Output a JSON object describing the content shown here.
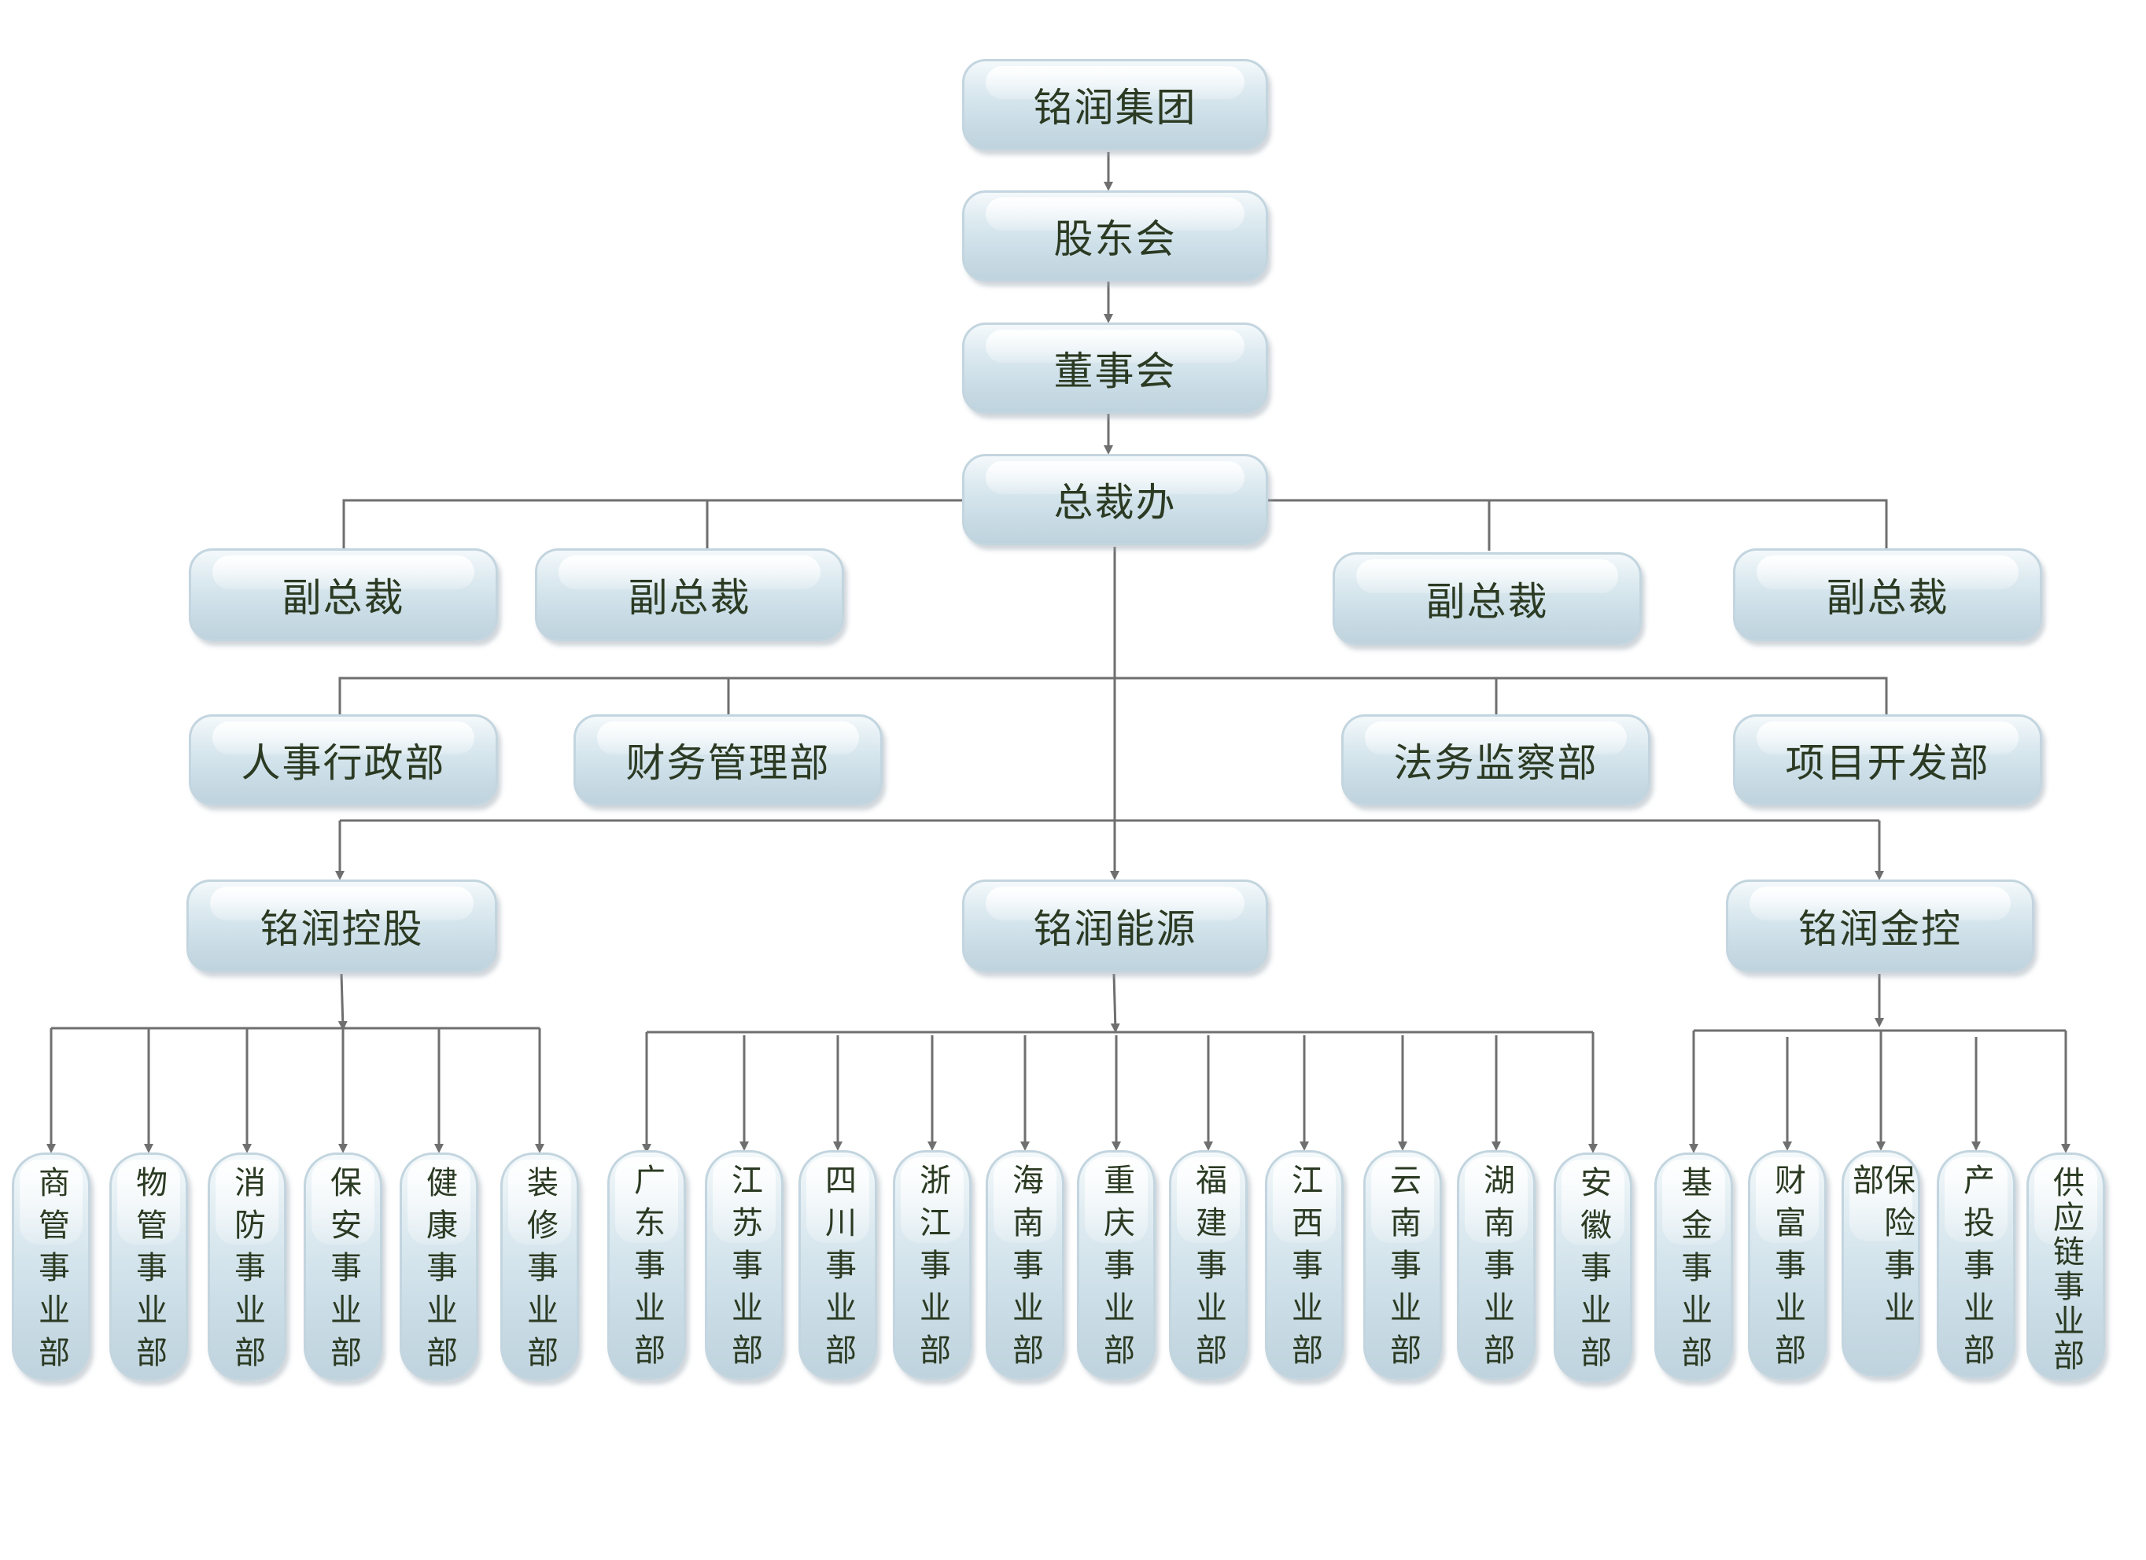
{
  "nodes": {
    "group": "铭润集团",
    "shareholders": "股东会",
    "board": "董事会",
    "president_office": "总裁办",
    "vice_presidents": [
      "副总裁",
      "副总裁",
      "副总裁",
      "副总裁"
    ],
    "departments": [
      "人事行政部",
      "财务管理部",
      "法务监察部",
      "项目开发部"
    ],
    "subsidiaries": [
      "铭润控股",
      "铭润能源",
      "铭润金控"
    ],
    "holding_units": [
      "商管事业部",
      "物管事业部",
      "消防事业部",
      "保安事业部",
      "健康事业部",
      "装修事业部"
    ],
    "energy_units": [
      "广东事业部",
      "江苏事业部",
      "四川事业部",
      "浙江事业部",
      "海南事业部",
      "重庆事业部",
      "福建事业部",
      "江西事业部",
      "云南事业部",
      "湖南事业部",
      "安徽事业部"
    ],
    "finance_units": [
      "基金事业部",
      "财富事业部",
      "保险事业部",
      "产投事业部",
      "供应链事业部"
    ]
  },
  "colors": {
    "line": "#6f6f6f",
    "node_border": "#c3d5df",
    "node_fill": "#cddfe8",
    "text": "#2b3a22"
  }
}
